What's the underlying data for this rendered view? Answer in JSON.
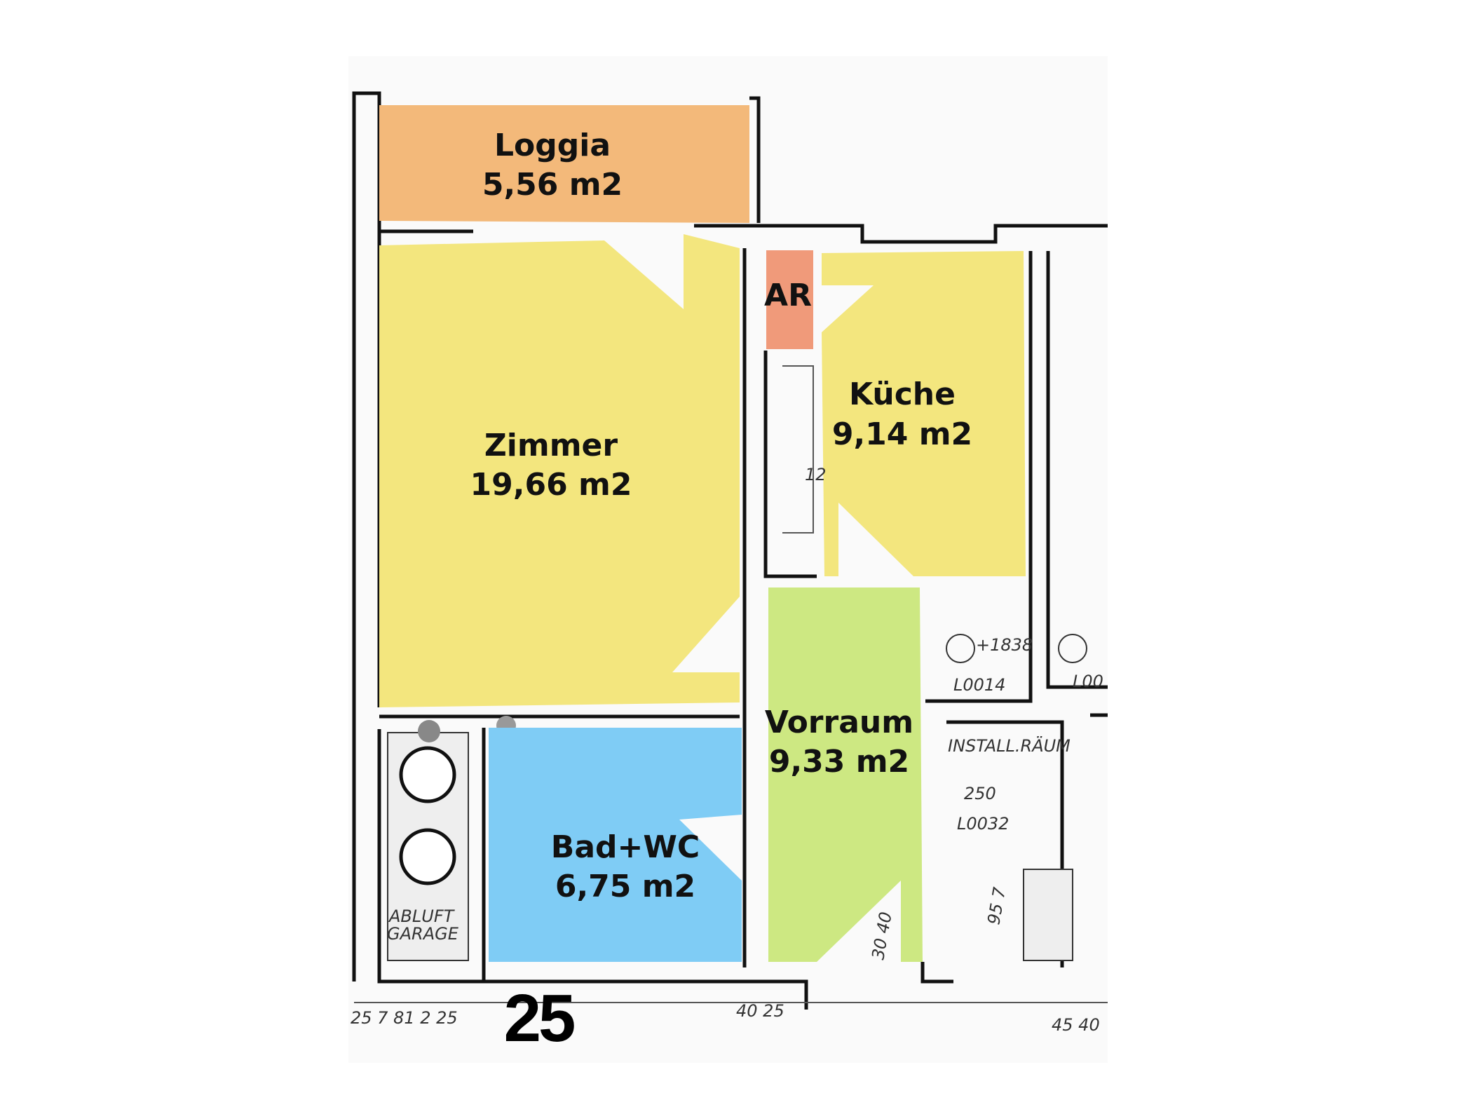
{
  "title": "Floor plan",
  "rooms": {
    "loggia": {
      "name": "Loggia",
      "area": "5,56 m2",
      "color": "#F3B97A"
    },
    "zimmer": {
      "name": "Zimmer",
      "area": "19,66 m2",
      "color": "#F3E67E"
    },
    "ar": {
      "name": "AR",
      "color": "#F09A7A"
    },
    "kueche": {
      "name": "Küche",
      "area": "9,14 m2",
      "color": "#F3E67E"
    },
    "vorraum": {
      "name": "Vorraum",
      "area": "9,33 m2",
      "color": "#CDE882"
    },
    "bad": {
      "name": "Bad+WC",
      "area": "6,75 m2",
      "color": "#7FCCF5"
    }
  },
  "unit_number": "25",
  "annotations": {
    "abluft": "ABLUFT",
    "garage": "GARAGE",
    "install": "INSTALL.RÄUM",
    "level1": "+1838",
    "code1": "L0014",
    "code2": "L0032",
    "code3": "L00",
    "dim_bottom_left": "25 7 81 2 25",
    "dim_bottom_mid": "40 25",
    "dim_bottom_right": "45 40",
    "dim_vertical1": "30 40",
    "dim_vertical2": "95 7",
    "dim_12": "12",
    "dim_250": "250"
  }
}
